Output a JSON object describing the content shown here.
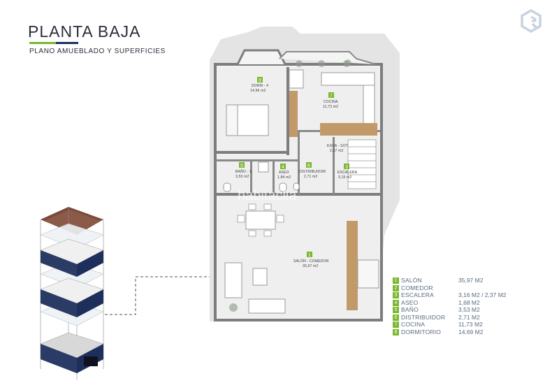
{
  "header": {
    "title": "PLANTA BAJA",
    "subtitle": "PLANO AMUEBLADO Y SUPERFICIES"
  },
  "colors": {
    "accent": "#7ab82e",
    "navy": "#1f2f5c",
    "logo": "#c7d3df"
  },
  "logo_icon": "brand-logo-icon",
  "watermark": "habitaclia",
  "rooms": [
    {
      "num": "8",
      "name": "DORM - 4",
      "area": "14,96 m2"
    },
    {
      "num": "7",
      "name": "COCINA",
      "area": "11,73 m2"
    },
    {
      "num": "",
      "name": "ESCA - SOT",
      "area": "2,37 m2"
    },
    {
      "num": "5",
      "name": "BAÑO - 3",
      "area": "3,53 m2"
    },
    {
      "num": "4",
      "name": "ASEO",
      "area": "1,84 m2"
    },
    {
      "num": "6",
      "name": "DISTRIBUIDOR",
      "area": "2,71 m2"
    },
    {
      "num": "3",
      "name": "ESCALERA",
      "area": "3,15 m2"
    },
    {
      "num": "1",
      "name": "SALÓN - COMEDOR",
      "area": "35,97 m2"
    }
  ],
  "legend": [
    {
      "num": "1",
      "name": "SALÓN",
      "area": "35,97 M2"
    },
    {
      "num": "2",
      "name": "COMEDOR",
      "area": ""
    },
    {
      "num": "3",
      "name": "ESCALERA",
      "area": "3,16 M2 / 2,37 M2"
    },
    {
      "num": "4",
      "name": "ASEO",
      "area": "1,68 M2"
    },
    {
      "num": "5",
      "name": "BAÑO",
      "area": "3,53 M2"
    },
    {
      "num": "6",
      "name": "DISTRIBUIDOR",
      "area": "2,71 M2"
    },
    {
      "num": "7",
      "name": "COCINA",
      "area": "11,73 M2"
    },
    {
      "num": "8",
      "name": "DORMITORIO",
      "area": "14,69 M2"
    }
  ]
}
